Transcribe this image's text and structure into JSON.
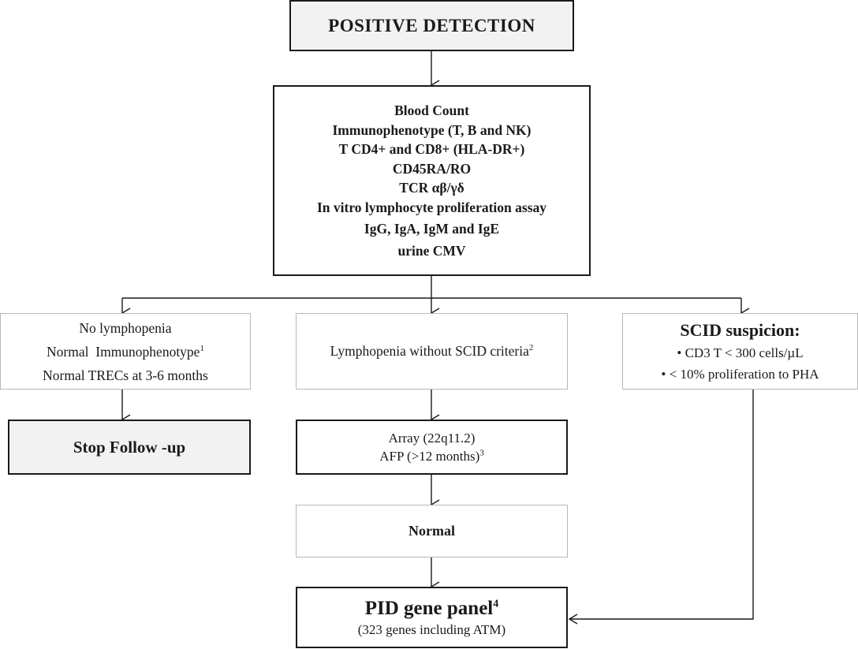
{
  "positive_detection": "POSITIVE DETECTION",
  "tests": {
    "lines": [
      "Blood Count",
      "Immunophenotype (T, B and NK)",
      "T CD4+ and CD8+ (HLA-DR+)",
      "CD45RA/RO",
      "TCR αβ/γδ",
      "In vitro lymphocyte proliferation assay",
      "IgG, IgA, IgM and IgE",
      "urine CMV"
    ]
  },
  "no_lymphopenia": {
    "line1": "No lymphopenia",
    "line2": "Normal  Immunophenotype",
    "line2_sup": "1",
    "line3": "Normal TRECs at 3-6 months"
  },
  "lymphopenia": {
    "text": "Lymphopenia without SCID criteria",
    "sup": "2"
  },
  "scid": {
    "title": "SCID suspicion:",
    "bullets": [
      "• CD3 T < 300 cells/µL",
      "• < 10% proliferation to PHA"
    ]
  },
  "stop_follow_up": "Stop Follow -up",
  "array": {
    "line1": "Array (22q11.2)",
    "line2": "AFP (>12 months)",
    "line2_sup": "3"
  },
  "normal": "Normal",
  "pid": {
    "title": "PID gene panel",
    "title_sup": "4",
    "subtitle": "(323 genes including ATM)"
  }
}
